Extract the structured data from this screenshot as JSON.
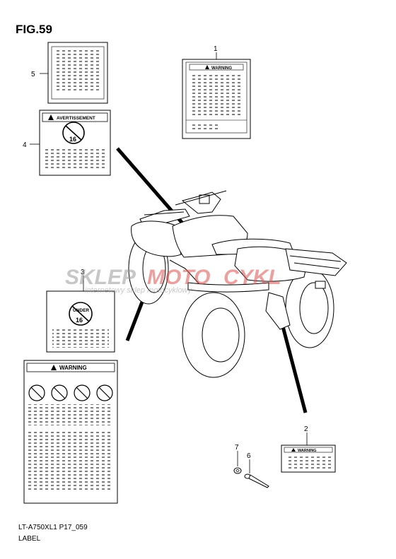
{
  "figure": {
    "title": "FIG.59",
    "code": "LT-A750XL1 P17_059",
    "label": "LABEL"
  },
  "watermark": {
    "text_main_a": "SKLEP",
    "text_main_b": "MOTO",
    "text_main_c": "CYKL",
    "text_sub": "internetowy sklep motocyklowy"
  },
  "callouts": [
    {
      "id": "callout-1",
      "number": "1"
    },
    {
      "id": "callout-2",
      "number": "2"
    },
    {
      "id": "callout-3",
      "number": "3"
    },
    {
      "id": "callout-4",
      "number": "4"
    },
    {
      "id": "callout-5",
      "number": "5"
    },
    {
      "id": "callout-6",
      "number": "6"
    },
    {
      "id": "callout-7",
      "number": "7"
    }
  ],
  "labels": {
    "warning_1": "WARNING",
    "warning_2": "WARNING",
    "warning_big": "WARNING",
    "avertissement": "AVERTISSEMENT",
    "age_fr": "16",
    "age_en": "16",
    "under": "UNDER"
  },
  "colors": {
    "line": "#000000",
    "watermark_red": "#d9534f",
    "watermark_gray": "#9a9a9a"
  }
}
